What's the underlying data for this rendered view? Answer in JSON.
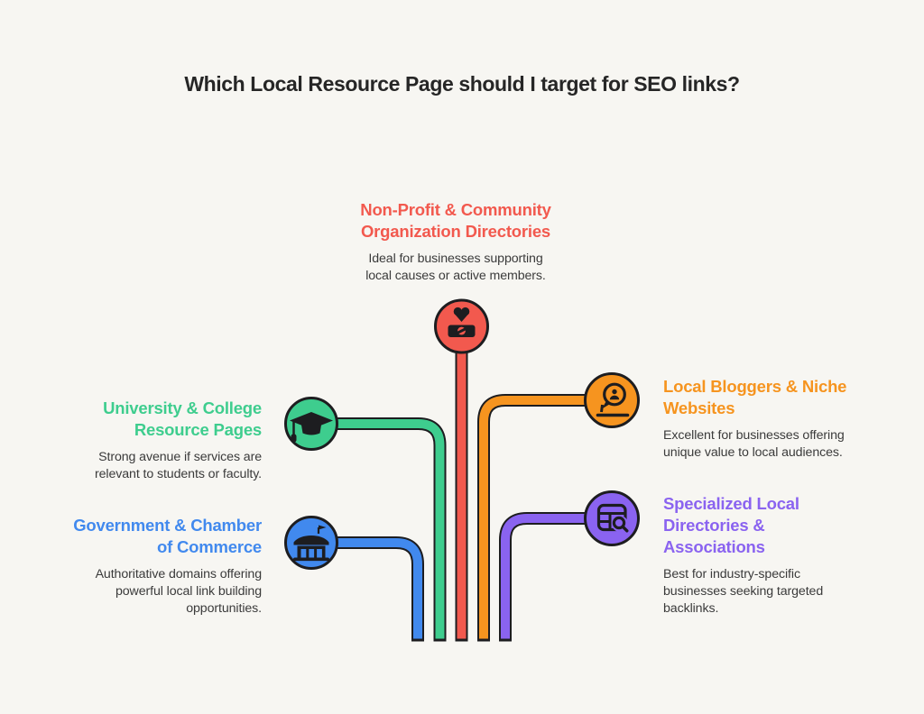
{
  "page": {
    "background": "#f7f6f2",
    "outline_color": "#1d1d20",
    "description_text_color": "#3b3b3b"
  },
  "title": {
    "text": "Which Local Resource Page should I target for SEO links?",
    "color": "#262626"
  },
  "branches": [
    {
      "name": "Non-Profit & Community Organization Directories",
      "title_lines": [
        "Non-Profit & Community",
        "Organization Directories"
      ],
      "description": "Ideal for businesses supporting local causes or active members.",
      "desc_lines": [
        "Ideal for businesses supporting",
        "local causes or active members."
      ],
      "color": "#f2594e",
      "icon": "heart-handshake-icon"
    },
    {
      "name": "University & College Resource Pages",
      "title_lines": [
        "University & College",
        "Resource Pages"
      ],
      "description": "Strong avenue if services are relevant to students or faculty.",
      "desc_lines": [
        "Strong avenue if services are",
        "relevant to students or faculty."
      ],
      "color": "#3ecd8e",
      "icon": "graduation-cap-icon"
    },
    {
      "name": "Government & Chamber of Commerce",
      "title_lines": [
        "Government & Chamber",
        "of Commerce"
      ],
      "description": "Authoritative domains offering powerful local link building opportunities.",
      "desc_lines": [
        "Authoritative domains offering",
        "powerful local link building",
        "opportunities."
      ],
      "color": "#4189ee",
      "icon": "government-building-icon"
    },
    {
      "name": "Local Bloggers & Niche Websites",
      "title_lines": [
        "Local Bloggers & Niche",
        "Websites"
      ],
      "description": "Excellent for businesses offering unique value to local audiences.",
      "desc_lines": [
        "Excellent for businesses offering",
        "unique value to local audiences."
      ],
      "color": "#f6941f",
      "icon": "blogger-laptop-icon"
    },
    {
      "name": "Specialized Local Directories & Associations",
      "title_lines": [
        "Specialized Local",
        "Directories &",
        "Associations"
      ],
      "description": "Best for industry-specific businesses seeking targeted backlinks.",
      "desc_lines": [
        "Best for industry-specific",
        "businesses seeking targeted",
        "backlinks."
      ],
      "color": "#8a63f0",
      "icon": "directory-search-icon"
    }
  ]
}
